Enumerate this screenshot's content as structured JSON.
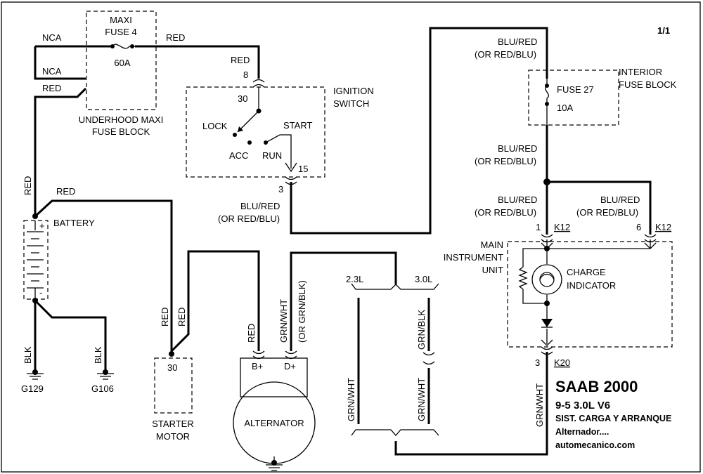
{
  "page": {
    "sheet": "1/1"
  },
  "title_block": {
    "model": "SAAB 2000",
    "variant": "9-5   3.0L  V6",
    "system": "SIST. CARGA Y ARRANQUE",
    "subject": "Alternador....",
    "site": "automecanico.com"
  },
  "maxi_fuse": {
    "line1": "MAXI",
    "line2": "FUSE 4",
    "rating": "60A",
    "block1": "UNDERHOOD MAXI",
    "block2": "FUSE BLOCK"
  },
  "ignition": {
    "line1": "IGNITION",
    "line2": "SWITCH",
    "pin_in": "30",
    "pin_out": "15",
    "conn_in": "8",
    "conn_out": "3",
    "lock": "LOCK",
    "start": "START",
    "acc": "ACC",
    "run": "RUN"
  },
  "interior_fuse": {
    "fuse": "FUSE 27",
    "rating": "10A",
    "block1": "INTERIOR",
    "block2": "FUSE BLOCK"
  },
  "battery": {
    "label": "BATTERY",
    "plus": "+",
    "minus": "-"
  },
  "grounds": {
    "g1": "G129",
    "g2": "G106"
  },
  "starter": {
    "pin": "30",
    "line1": "STARTER",
    "line2": "MOTOR"
  },
  "alternator": {
    "label": "ALTERNATOR",
    "bplus": "B+",
    "dplus": "D+"
  },
  "instrument": {
    "line1": "MAIN",
    "line2": "INSTRUMENT",
    "line3": "UNIT",
    "indicator1": "CHARGE",
    "indicator2": "INDICATOR",
    "pin1": "1",
    "pin6": "6",
    "pin3": "3",
    "k12a": "K12",
    "k12b": "K12",
    "k20": "K20"
  },
  "engine": {
    "e1": "2.3L",
    "e2": "3.0L"
  },
  "wires": {
    "nca1": "NCA",
    "nca2": "NCA",
    "red_fuse_bat": "RED",
    "red_fuse_out": "RED",
    "red_ign": "RED",
    "red_bat_vert": "RED",
    "red_bat_starter": "RED",
    "red_starter_a": "RED",
    "red_starter_b": "RED",
    "red_alt": "RED",
    "blk1": "BLK",
    "blk2": "BLK",
    "blured_ign": "BLU/RED",
    "redblu_ign": "(OR RED/BLU)",
    "blured_top": "BLU/RED",
    "redblu_top": "(OR RED/BLU)",
    "blured_mid": "BLU/RED",
    "redblu_mid": "(OR RED/BLU)",
    "blured_k1": "BLU/RED",
    "redblu_k1": "(OR RED/BLU)",
    "blured_k6": "BLU/RED",
    "redblu_k6": "(OR RED/BLU)",
    "grnwht_alt": "GRN/WHT",
    "grnblk_alt": "(OR GRN/BLK)",
    "grnwht_23": "GRN/WHT",
    "grnblk_30": "GRN/BLK",
    "grnwht_30": "GRN/WHT",
    "grnwht_k20": "GRN/WHT"
  }
}
